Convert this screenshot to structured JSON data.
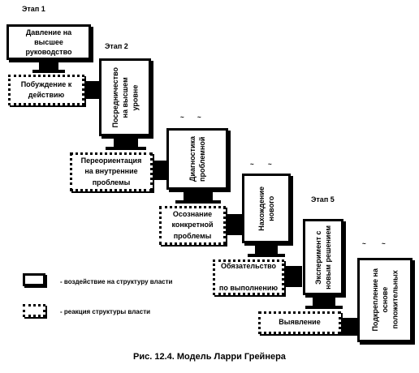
{
  "stages": {
    "s1": "Этап 1",
    "s2": "Этап 2",
    "s5": "Этап 5"
  },
  "boxes": {
    "b1": "Давление на\nвысшее\nруководство",
    "b2": "Посредничество\nна высшем\nуровне",
    "b3": "Диагностика\nпроблемной",
    "b4": "Нахождение\nнового",
    "b5": "Эксперимент с\nновым решением",
    "b6": "Подкрепление на\nоснове\nположительных"
  },
  "reactions": {
    "r1": "Побуждение к\nдействию",
    "r2": "Переориентация\nна внутренние\nпроблемы",
    "r3": "Осознание\nконкретной\nпроблемы",
    "r4": "Обязательство\n\nпо выполнению",
    "r5": "Выявление"
  },
  "legend": {
    "solid": "- воздействие на структуру власти",
    "dotted": "- реакция структуры власти"
  },
  "caption": "Рис. 12.4. Модель Ларри Грейнера"
}
